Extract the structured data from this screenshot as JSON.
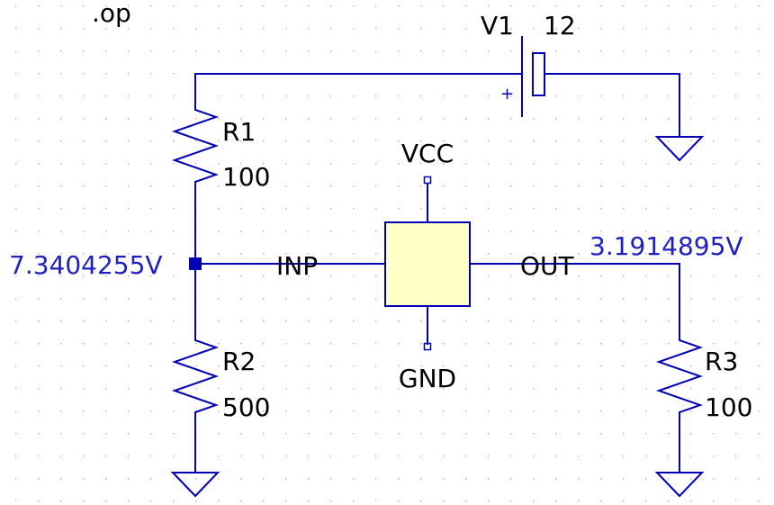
{
  "directive": ".op",
  "source": {
    "name": "V1",
    "value": "12",
    "polarity": "+"
  },
  "resistors": [
    {
      "name": "R1",
      "value": "100"
    },
    {
      "name": "R2",
      "value": "500"
    },
    {
      "name": "R3",
      "value": "100"
    }
  ],
  "block": {
    "pins": {
      "top": "VCC",
      "bottom": "GND",
      "left": "INP",
      "right": "OUT"
    },
    "fill_color": "#ffffc8"
  },
  "node_voltages": {
    "inp": "7.3404255V",
    "out": "3.1914895V"
  },
  "colors": {
    "wire": "#0000b4",
    "label": "#000000",
    "voltage": "#2020c0",
    "grid_dot": "#b0b0b0",
    "background": "#ffffff"
  }
}
